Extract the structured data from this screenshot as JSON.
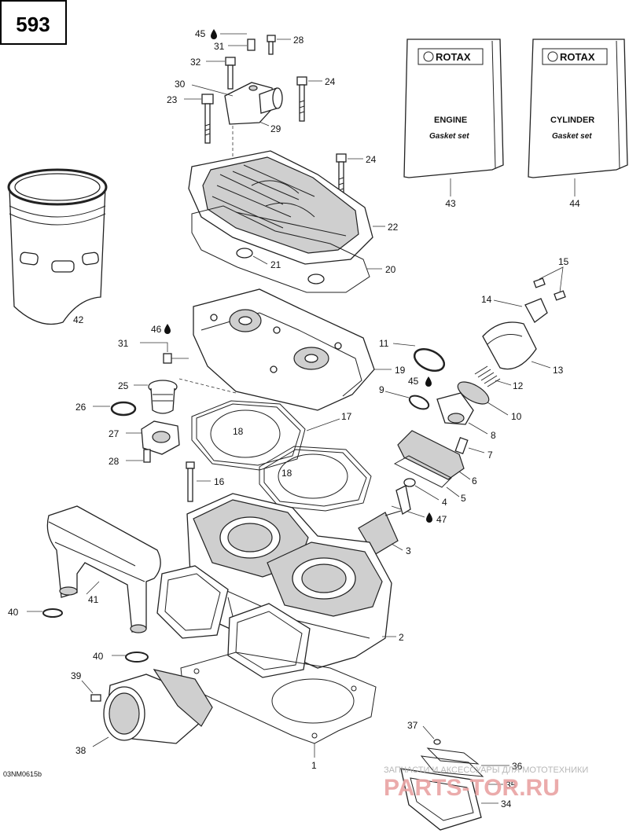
{
  "page_number": "593",
  "figure_code": "03NM0615b",
  "watermark": {
    "text": "ЗАПЧАСТИ И АКСЕССУАРЫ ДЛЯ МОТОТЕХНИКИ",
    "logo": "PARTS-TOR.RU"
  },
  "kits": [
    {
      "brand": "ROTAX",
      "title": "ENGINE",
      "subtitle": "Gasket set",
      "callout": "43"
    },
    {
      "brand": "ROTAX",
      "title": "CYLINDER",
      "subtitle": "Gasket set",
      "callout": "44"
    }
  ],
  "callouts": {
    "c1": "1",
    "c2": "2",
    "c3": "3",
    "c4": "4",
    "c5": "5",
    "c6": "6",
    "c7": "7",
    "c8": "8",
    "c9": "9",
    "c10": "10",
    "c11": "11",
    "c12": "12",
    "c13": "13",
    "c14": "14",
    "c15": "15",
    "c16": "16",
    "c17": "17",
    "c18a": "18",
    "c18b": "18",
    "c19": "19",
    "c20": "20",
    "c21": "21",
    "c22": "22",
    "c23": "23",
    "c24a": "24",
    "c24b": "24",
    "c25": "25",
    "c26": "26",
    "c27": "27",
    "c28a": "28",
    "c28b": "28",
    "c29": "29",
    "c30": "30",
    "c31a": "31",
    "c31b": "31",
    "c32": "32",
    "c34": "34",
    "c35": "35",
    "c36": "36",
    "c37": "37",
    "c38": "38",
    "c39": "39",
    "c40a": "40",
    "c40b": "40",
    "c41": "41",
    "c42": "42",
    "c45a": "45",
    "c45b": "45",
    "c46": "46",
    "c47": "47"
  }
}
